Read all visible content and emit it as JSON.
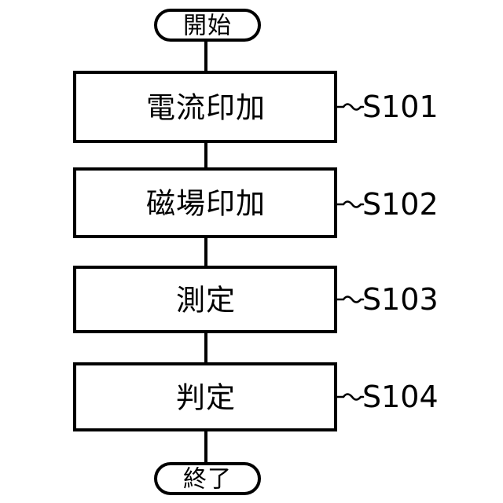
{
  "diagram": {
    "type": "flowchart",
    "orientation": "vertical",
    "background_color": "#ffffff",
    "line_color": "#000000",
    "start_terminator": {
      "label": "開始",
      "shape": "stadium"
    },
    "end_terminator": {
      "label": "終了",
      "shape": "stadium"
    },
    "steps": [
      {
        "label": "電流印加",
        "ref": "S101",
        "shape": "rectangle"
      },
      {
        "label": "磁場印加",
        "ref": "S102",
        "shape": "rectangle"
      },
      {
        "label": "測定",
        "ref": "S103",
        "shape": "rectangle"
      },
      {
        "label": "判定",
        "ref": "S104",
        "shape": "rectangle"
      }
    ]
  }
}
